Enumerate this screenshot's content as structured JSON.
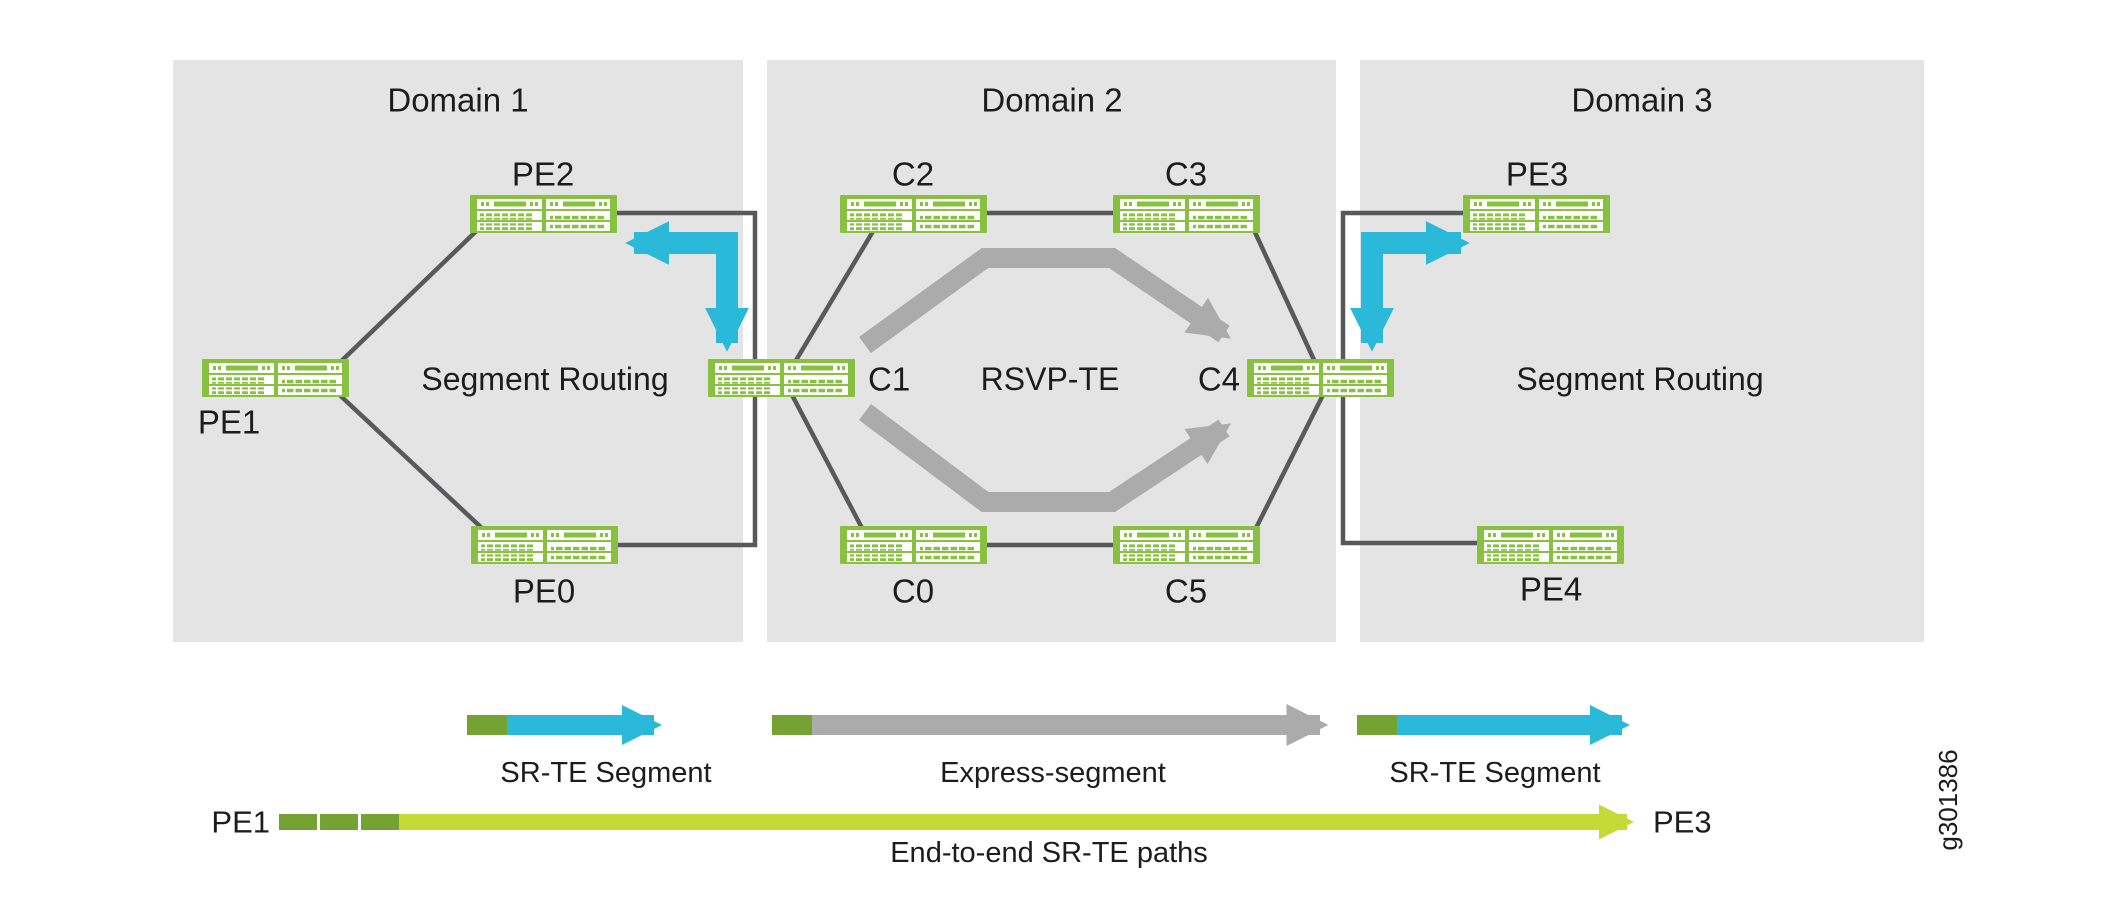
{
  "colors": {
    "domain_bg": "#e4e4e5",
    "router_green": "#88c140",
    "cyan": "#2bb9d9",
    "gray_arrow": "#ababab",
    "line": "#58595b",
    "legend_green": "#74a333",
    "path_green": "#c6da37",
    "text": "#1c1c1c"
  },
  "domains": [
    {
      "title": "Domain 1",
      "technology": "Segment Routing"
    },
    {
      "title": "Domain 2",
      "technology": "RSVP-TE"
    },
    {
      "title": "Domain 3",
      "technology": "Segment Routing"
    }
  ],
  "nodes": {
    "pe1": "PE1",
    "pe2": "PE2",
    "pe0": "PE0",
    "c1": "C1",
    "c2": "C2",
    "c3": "C3",
    "c0": "C0",
    "c4": "C4",
    "c5": "C5",
    "pe3": "PE3",
    "pe4": "PE4"
  },
  "legend": [
    {
      "label": "SR-TE Segment",
      "style": "cyan"
    },
    {
      "label": "Express-segment",
      "style": "gray"
    },
    {
      "label": "SR-TE Segment",
      "style": "cyan"
    }
  ],
  "end_to_end_path": {
    "from": "PE1",
    "to": "PE3",
    "label": "End-to-end SR-TE paths"
  },
  "figure_id": "g301386"
}
